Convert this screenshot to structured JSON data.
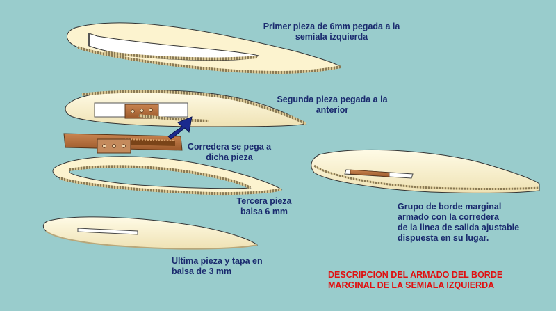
{
  "labels": {
    "piece1": [
      "Primer pieza de 6mm pegada a la",
      "semiala izquierda"
    ],
    "piece2": [
      "Segunda pieza pegada a la",
      "anterior"
    ],
    "slider": [
      "Corredera se pega a",
      "dicha pieza"
    ],
    "piece3": [
      "Tercera pieza",
      "balsa 6 mm"
    ],
    "piece4": [
      "Ultima pieza y tapa en",
      "balsa de 3 mm"
    ],
    "group": [
      "Grupo de borde marginal",
      "armado con la corredera",
      "de la linea de salida ajustable",
      "dispuesta en su lugar."
    ],
    "title": [
      "DESCRIPCION DEL ARMADO DEL BORDE",
      "MARGINAL DE LA SEMIALA IZQUIERDA"
    ]
  },
  "colors": {
    "background": "#99cccc",
    "balsa": "#fcf3cf",
    "balsa_edge": "#d8c899",
    "wood_slider": "#b8703a",
    "label_text": "#1a2a6e",
    "title_text": "#e01010",
    "arrow": "#1a2a8e"
  }
}
